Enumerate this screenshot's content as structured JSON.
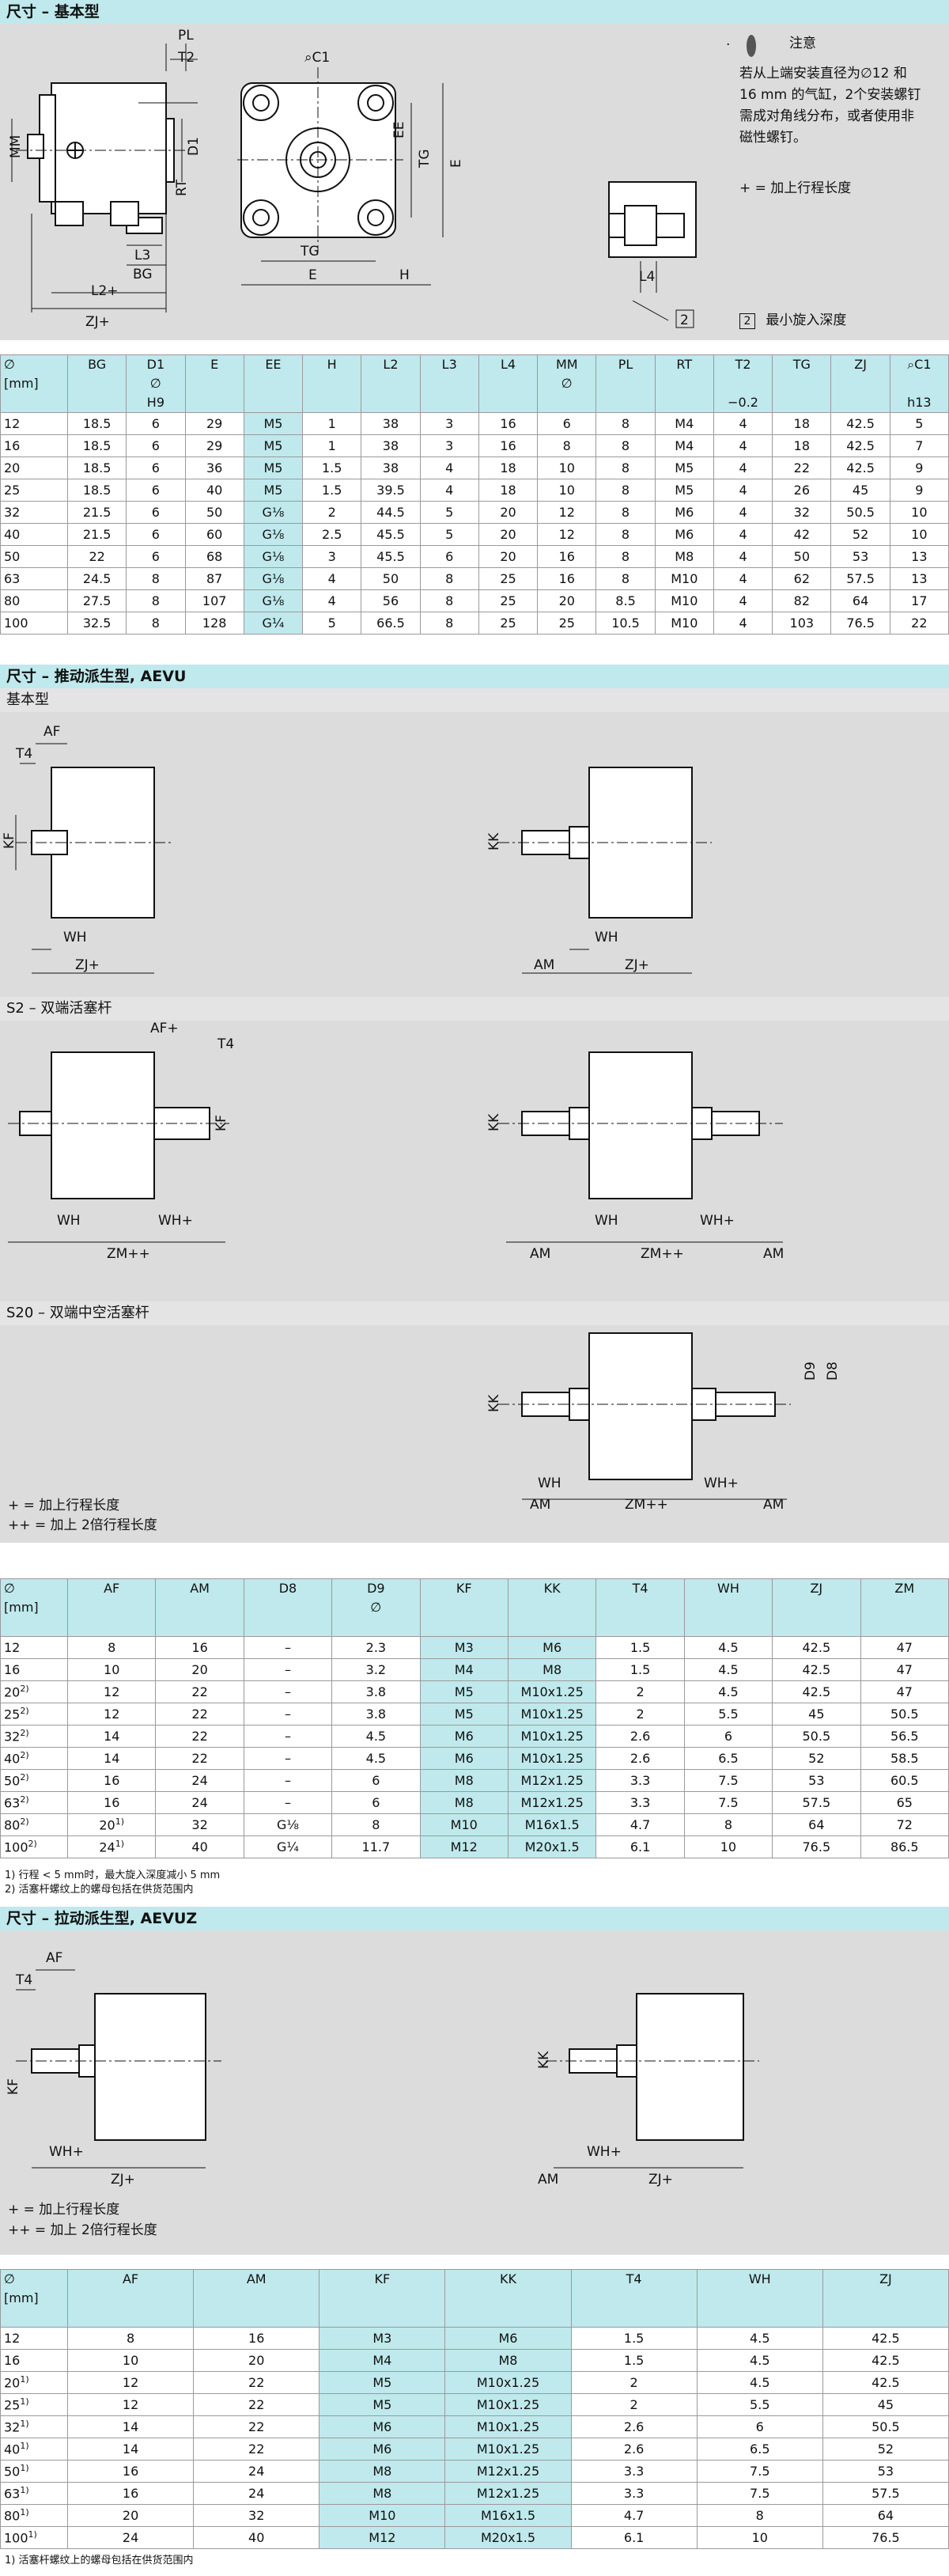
{
  "section1": {
    "title": "尺寸 – 基本型",
    "note_title": "注意",
    "note_body": [
      "若从上端安装直径为∅12 和",
      "16 mm 的气缸，2个安装螺钉",
      "需成对角线分布，或者使用非",
      "磁性螺钉。"
    ],
    "plus_note": "+    = 加上行程长度",
    "legend_2": "最小旋入深度",
    "legend_2_num": "2",
    "dim_labels": [
      "PL",
      "T2",
      "MM",
      "D1",
      "RT",
      "L3",
      "BG",
      "L2+",
      "ZJ+",
      "⌕C1",
      "EE",
      "TG",
      "E",
      "TG",
      "E",
      "H",
      "L4",
      "2"
    ],
    "table": {
      "headers": [
        [
          "∅",
          "[mm]"
        ],
        [
          "BG",
          ""
        ],
        [
          "D1",
          "∅",
          "H9"
        ],
        [
          "E",
          ""
        ],
        [
          "EE",
          ""
        ],
        [
          "H",
          ""
        ],
        [
          "L2",
          ""
        ],
        [
          "L3",
          ""
        ],
        [
          "L4",
          ""
        ],
        [
          "MM",
          "∅"
        ],
        [
          "PL",
          ""
        ],
        [
          "RT",
          ""
        ],
        [
          "T2",
          "",
          "−0.2"
        ],
        [
          "TG",
          ""
        ],
        [
          "ZJ",
          ""
        ],
        [
          "⌕C1",
          "",
          "h13"
        ]
      ],
      "rows": [
        [
          "12",
          "18.5",
          "6",
          "29",
          "M5",
          "1",
          "38",
          "3",
          "16",
          "6",
          "8",
          "M4",
          "4",
          "18",
          "42.5",
          "5"
        ],
        [
          "16",
          "18.5",
          "6",
          "29",
          "M5",
          "1",
          "38",
          "3",
          "16",
          "8",
          "8",
          "M4",
          "4",
          "18",
          "42.5",
          "7"
        ],
        [
          "20",
          "18.5",
          "6",
          "36",
          "M5",
          "1.5",
          "38",
          "4",
          "18",
          "10",
          "8",
          "M5",
          "4",
          "22",
          "42.5",
          "9"
        ],
        [
          "25",
          "18.5",
          "6",
          "40",
          "M5",
          "1.5",
          "39.5",
          "4",
          "18",
          "10",
          "8",
          "M5",
          "4",
          "26",
          "45",
          "9"
        ],
        [
          "32",
          "21.5",
          "6",
          "50",
          "G⅛",
          "2",
          "44.5",
          "5",
          "20",
          "12",
          "8",
          "M6",
          "4",
          "32",
          "50.5",
          "10"
        ],
        [
          "40",
          "21.5",
          "6",
          "60",
          "G⅛",
          "2.5",
          "45.5",
          "5",
          "20",
          "12",
          "8",
          "M6",
          "4",
          "42",
          "52",
          "10"
        ],
        [
          "50",
          "22",
          "6",
          "68",
          "G⅛",
          "3",
          "45.5",
          "6",
          "20",
          "16",
          "8",
          "M8",
          "4",
          "50",
          "53",
          "13"
        ],
        [
          "63",
          "24.5",
          "8",
          "87",
          "G⅛",
          "4",
          "50",
          "8",
          "25",
          "16",
          "8",
          "M10",
          "4",
          "62",
          "57.5",
          "13"
        ],
        [
          "80",
          "27.5",
          "8",
          "107",
          "G⅛",
          "4",
          "56",
          "8",
          "25",
          "20",
          "8.5",
          "M10",
          "4",
          "82",
          "64",
          "17"
        ],
        [
          "100",
          "32.5",
          "8",
          "128",
          "G¼",
          "5",
          "66.5",
          "8",
          "25",
          "25",
          "10.5",
          "M10",
          "4",
          "103",
          "76.5",
          "22"
        ]
      ]
    }
  },
  "section2": {
    "title": "尺寸 – 推动派生型, AEVU",
    "sub1": "基本型",
    "sub2": "S2 – 双端活塞杆",
    "sub3": "S20 – 双端中空活塞杆",
    "plus_note": "+    = 加上行程长度",
    "plusplus_note": "++  = 加上 2倍行程长度",
    "dim_labels": [
      "AF",
      "T4",
      "KF",
      "WH",
      "ZJ+",
      "KK",
      "AM",
      "WH",
      "ZJ+",
      "AF+",
      "T4",
      "KF",
      "WH",
      "WH+",
      "ZM++",
      "KK",
      "AM",
      "WH",
      "ZM++",
      "WH+",
      "AM",
      "KK",
      "D9",
      "D8",
      "WH",
      "WH+",
      "AM",
      "ZM++",
      "AM"
    ],
    "table": {
      "headers": [
        [
          "∅",
          "[mm]"
        ],
        [
          "AF",
          ""
        ],
        [
          "AM",
          ""
        ],
        [
          "D8",
          ""
        ],
        [
          "D9",
          "∅"
        ],
        [
          "KF",
          ""
        ],
        [
          "KK",
          ""
        ],
        [
          "T4",
          ""
        ],
        [
          "WH",
          ""
        ],
        [
          "ZJ",
          ""
        ],
        [
          "ZM",
          ""
        ]
      ],
      "rows": [
        [
          "12",
          "",
          "8",
          "16",
          "–",
          "2.3",
          "M3",
          "M6",
          "1.5",
          "4.5",
          "42.5",
          "47"
        ],
        [
          "16",
          "",
          "10",
          "20",
          "–",
          "3.2",
          "M4",
          "M8",
          "1.5",
          "4.5",
          "42.5",
          "47"
        ],
        [
          "20",
          "2)",
          "12",
          "22",
          "–",
          "3.8",
          "M5",
          "M10x1.25",
          "2",
          "4.5",
          "42.5",
          "47"
        ],
        [
          "25",
          "2)",
          "12",
          "22",
          "–",
          "3.8",
          "M5",
          "M10x1.25",
          "2",
          "5.5",
          "45",
          "50.5"
        ],
        [
          "32",
          "2)",
          "14",
          "22",
          "–",
          "4.5",
          "M6",
          "M10x1.25",
          "2.6",
          "6",
          "50.5",
          "56.5"
        ],
        [
          "40",
          "2)",
          "14",
          "22",
          "–",
          "4.5",
          "M6",
          "M10x1.25",
          "2.6",
          "6.5",
          "52",
          "58.5"
        ],
        [
          "50",
          "2)",
          "16",
          "24",
          "–",
          "6",
          "M8",
          "M12x1.25",
          "3.3",
          "7.5",
          "53",
          "60.5"
        ],
        [
          "63",
          "2)",
          "16",
          "24",
          "–",
          "6",
          "M8",
          "M12x1.25",
          "3.3",
          "7.5",
          "57.5",
          "65"
        ],
        [
          "80",
          "2)",
          "20 1)",
          "32",
          "G⅛",
          "8",
          "M10",
          "M16x1.5",
          "4.7",
          "8",
          "64",
          "72"
        ],
        [
          "100",
          "2)",
          "24 1)",
          "40",
          "G¼",
          "11.7",
          "M12",
          "M20x1.5",
          "6.1",
          "10",
          "76.5",
          "86.5"
        ]
      ]
    },
    "footnotes": [
      "1)    行程 < 5 mm时，最大旋入深度减小 5 mm",
      "2)    活塞杆螺纹上的螺母包括在供货范围内"
    ]
  },
  "section3": {
    "title": "尺寸 – 拉动派生型, AEVUZ",
    "plus_note": "+    = 加上行程长度",
    "plusplus_note": "++  = 加上 2倍行程长度",
    "dim_labels": [
      "AF",
      "T4",
      "KF",
      "WH+",
      "ZJ+",
      "KK",
      "AM",
      "WH+",
      "ZJ+"
    ],
    "table": {
      "headers": [
        [
          "∅",
          "[mm]"
        ],
        [
          "AF",
          ""
        ],
        [
          "AM",
          ""
        ],
        [
          "KF",
          ""
        ],
        [
          "KK",
          ""
        ],
        [
          "T4",
          ""
        ],
        [
          "WH",
          ""
        ],
        [
          "ZJ",
          ""
        ]
      ],
      "rows": [
        [
          "12",
          "",
          "8",
          "16",
          "M3",
          "M6",
          "1.5",
          "4.5",
          "42.5"
        ],
        [
          "16",
          "",
          "10",
          "20",
          "M4",
          "M8",
          "1.5",
          "4.5",
          "42.5"
        ],
        [
          "20",
          "1)",
          "12",
          "22",
          "M5",
          "M10x1.25",
          "2",
          "4.5",
          "42.5"
        ],
        [
          "25",
          "1)",
          "12",
          "22",
          "M5",
          "M10x1.25",
          "2",
          "5.5",
          "45"
        ],
        [
          "32",
          "1)",
          "14",
          "22",
          "M6",
          "M10x1.25",
          "2.6",
          "6",
          "50.5"
        ],
        [
          "40",
          "1)",
          "14",
          "22",
          "M6",
          "M10x1.25",
          "2.6",
          "6.5",
          "52"
        ],
        [
          "50",
          "1)",
          "16",
          "24",
          "M8",
          "M12x1.25",
          "3.3",
          "7.5",
          "53"
        ],
        [
          "63",
          "1)",
          "16",
          "24",
          "M8",
          "M12x1.25",
          "3.3",
          "7.5",
          "57.5"
        ],
        [
          "80",
          "1)",
          "20",
          "32",
          "M10",
          "M16x1.5",
          "4.7",
          "8",
          "64"
        ],
        [
          "100",
          "1)",
          "24",
          "40",
          "M12",
          "M20x1.5",
          "6.1",
          "10",
          "76.5"
        ]
      ]
    },
    "footnotes": [
      "1)    活塞杆螺纹上的螺母包括在供货范围内"
    ]
  },
  "colors": {
    "header_bg": "#bfe9ec",
    "drawing_bg": "#dcdcdc",
    "highlight": "#bfe9ec"
  }
}
